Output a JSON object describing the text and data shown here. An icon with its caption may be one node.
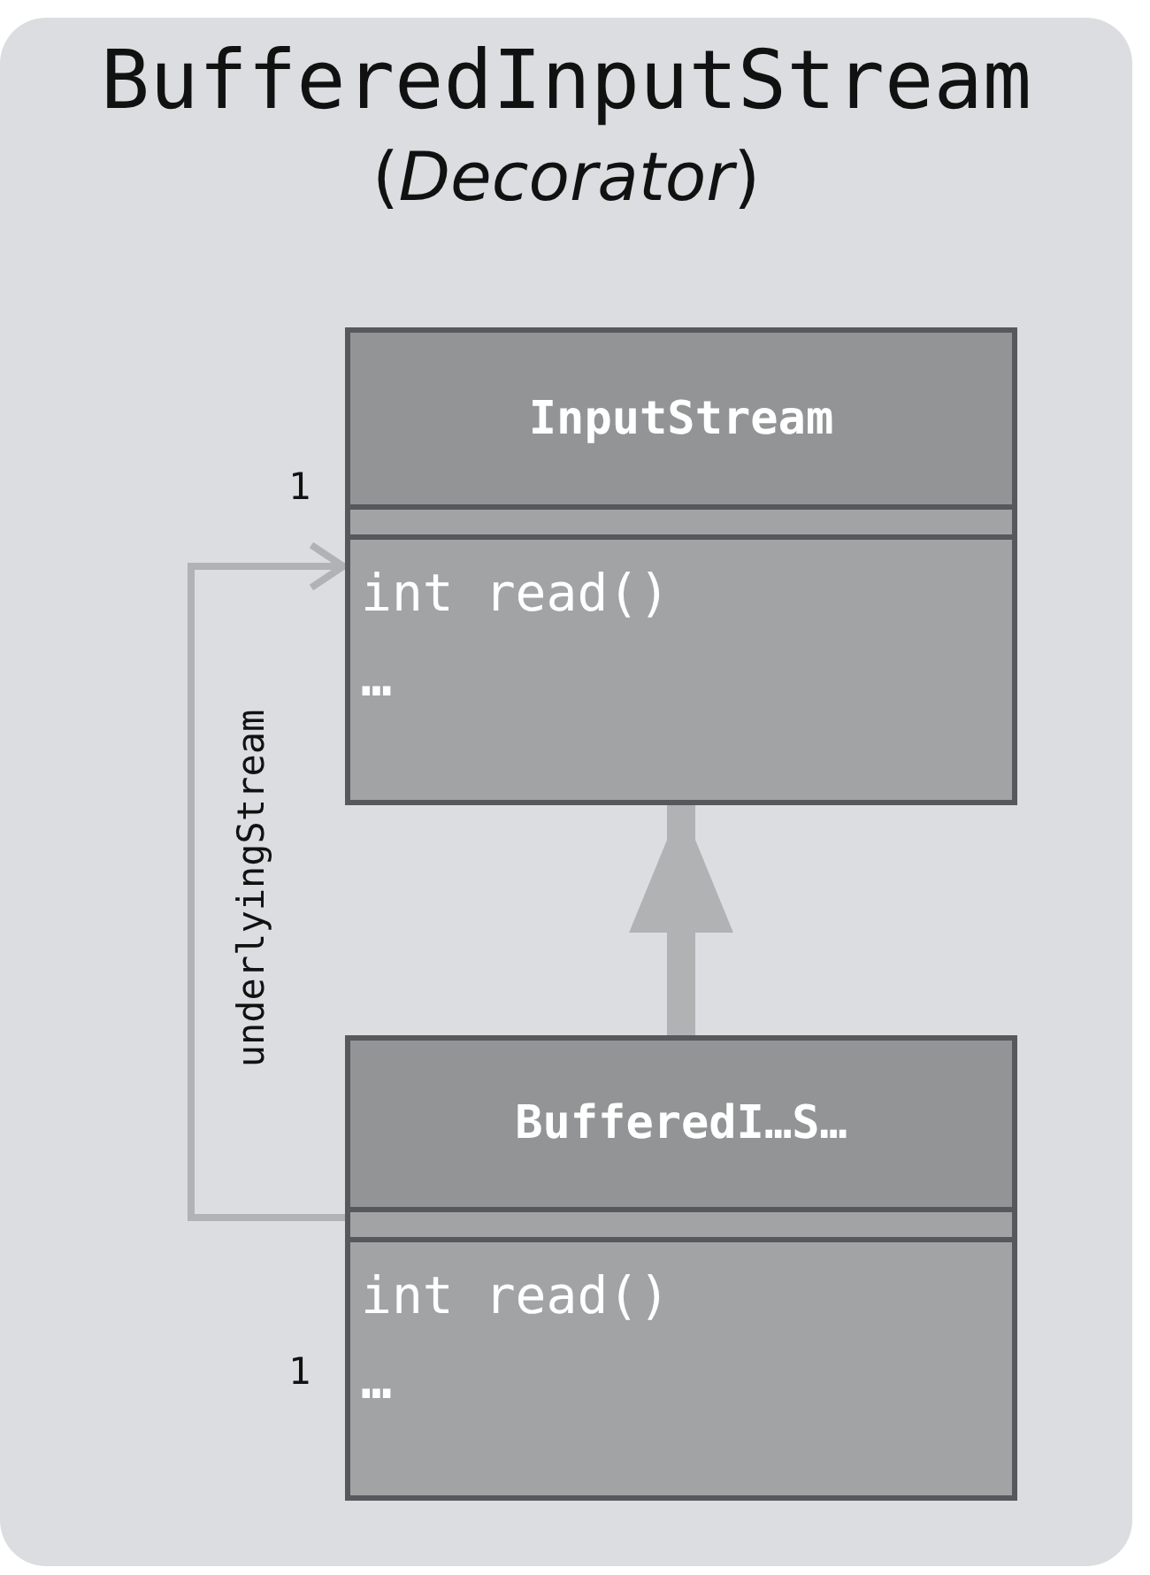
{
  "diagram": {
    "nodes": [
      {
        "text": [
          "BufferedInputStream",
          "(*Decorator*)"
        ]
      },
      {
        "text": [
          "InputStream",
          "int read()",
          "…"
        ],
        "in": 0
      },
      {
        "text": [
          "BufferedI…S…",
          "int read()",
          "…"
        ],
        "in": 0
      }
    ],
    "edges": [
      {
        "from": 2,
        "to": 1,
        "arrow": "to",
        "style": "thick"
      },
      {
        "from": 2,
        "to": 1,
        "arrow": "to",
        "label": "underlyingStream"
      }
    ],
    "labels": [
      "1",
      "1"
    ]
  }
}
